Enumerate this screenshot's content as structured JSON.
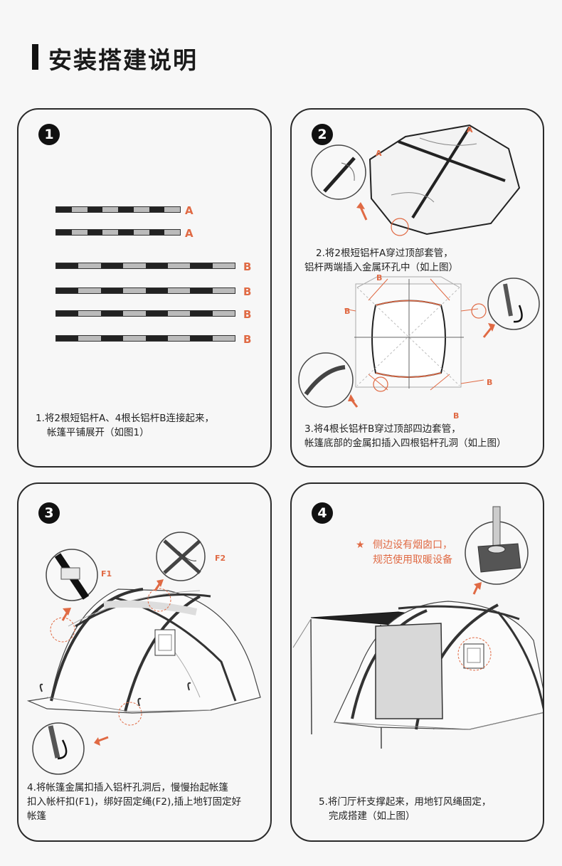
{
  "header": {
    "title": "安装搭建说明"
  },
  "step1": {
    "number": "1",
    "poles": [
      "A",
      "A",
      "B",
      "B",
      "B",
      "B"
    ],
    "caption_line1": "1.将2根短铝杆A、4根长铝杆B连接起来，",
    "caption_line2": "帐篷平铺展开（如图1）"
  },
  "step2": {
    "number": "2",
    "label_a1": "A",
    "label_a2": "A",
    "caption2_line1": "2.将2根短铝杆A穿过顶部套管，",
    "caption2_line2": "铝杆两端插入金属环孔中（如上图）",
    "label_b_top": "B",
    "label_b_left": "B",
    "label_b_right": "B",
    "label_b_bottom": "B",
    "caption3_line1": "3.将4根长铝杆B穿过顶部四边套管，",
    "caption3_line2": "帐篷底部的金属扣插入四根铝杆孔洞（如上图）"
  },
  "step3": {
    "number": "3",
    "label_f1": "F1",
    "label_f2": "F2",
    "caption_line1": "4.将帐篷金属扣插入铝杆孔洞后，慢慢抬起帐篷",
    "caption_line2": "扣入帐杆扣(F1)，绑好固定绳(F2),插上地钉固定好",
    "caption_line3": "帐篷"
  },
  "step4": {
    "number": "4",
    "star": "★",
    "note_line1": "侧边设有烟囱口，",
    "note_line2": "规范使用取暖设备",
    "caption_line1": "5.将门厅杆支撑起来，用地钉风绳固定，",
    "caption_line2": "完成搭建（如上图）"
  },
  "colors": {
    "accent": "#e06a44",
    "ink": "#222222",
    "panel_border": "#2a2a2a"
  }
}
